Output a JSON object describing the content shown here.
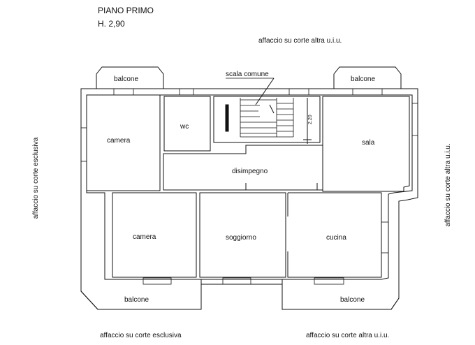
{
  "header": {
    "floor": "PIANO PRIMO",
    "height": "H. 2,90"
  },
  "views": {
    "top": "affaccio su corte altra u.i.u.",
    "left": "affaccio su corte esclusiva",
    "right": "affaccio su corte altra u.i.u.",
    "bottom_left": "affaccio su corte esclusiva",
    "bottom_right": "affaccio su corte altra u.i.u."
  },
  "rooms": {
    "balcone_top_left": "balcone",
    "balcone_top_right": "balcone",
    "camera_top": "camera",
    "wc": "wc",
    "scala": "scala comune",
    "sala": "sala",
    "disimpegno": "disimpegno",
    "camera_bottom": "camera",
    "soggiorno": "soggiorno",
    "cucina": "cucina",
    "balcone_bottom_left": "balcone",
    "balcone_bottom_right": "balcone"
  },
  "dimension": "2.20"
}
